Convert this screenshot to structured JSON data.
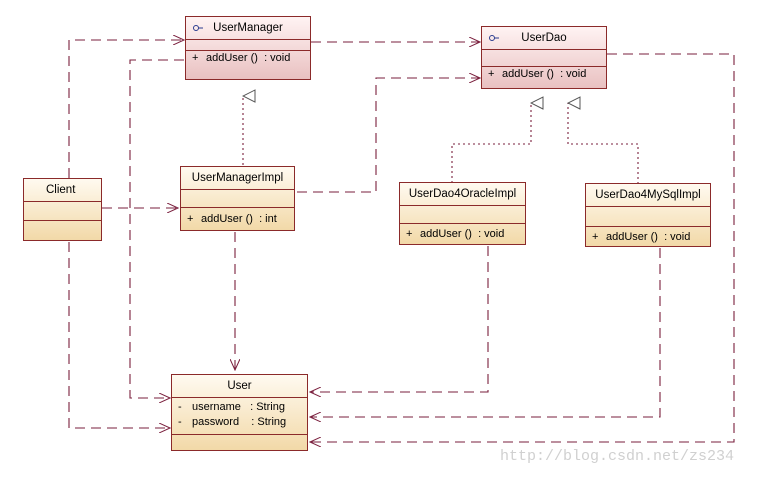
{
  "classes": {
    "user_manager": {
      "name": "UserManager",
      "ops": [
        {
          "vis": "+",
          "sig": "addUser ()  : void"
        }
      ]
    },
    "user_dao": {
      "name": "UserDao",
      "ops": [
        {
          "vis": "+",
          "sig": "addUser ()  : void"
        }
      ]
    },
    "client": {
      "name": "Client"
    },
    "user_manager_impl": {
      "name": "UserManagerImpl",
      "ops": [
        {
          "vis": "+",
          "sig": "addUser ()  : int"
        }
      ]
    },
    "user_dao_oracle": {
      "name": "UserDao4OracleImpl",
      "ops": [
        {
          "vis": "+",
          "sig": "addUser ()  : void"
        }
      ]
    },
    "user_dao_mysql": {
      "name": "UserDao4MySqlImpl",
      "ops": [
        {
          "vis": "+",
          "sig": "addUser ()  : void"
        }
      ]
    },
    "user": {
      "name": "User",
      "attrs": [
        {
          "vis": "-",
          "sig": "username   : String"
        },
        {
          "vis": "-",
          "sig": "password    : String"
        }
      ]
    }
  },
  "colors": {
    "line": "#7a1f3d",
    "border": "#8b2a2a"
  },
  "watermark": "http://blog.csdn.net/zs234"
}
